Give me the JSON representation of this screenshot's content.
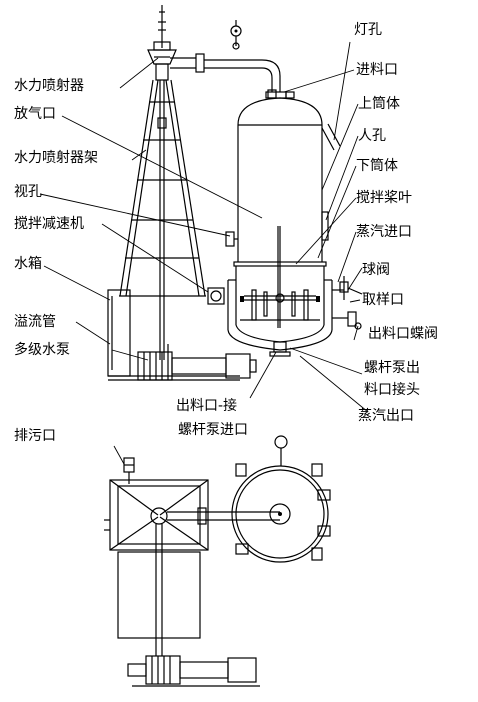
{
  "labels": {
    "water_ejector": "水力喷射器",
    "vent": "放气口",
    "ejector_frame": "水力喷射器架",
    "sight_hole": "视孔",
    "agitator_reducer": "搅拌减速机",
    "water_tank": "水箱",
    "overflow_pipe": "溢流管",
    "multistage_pump": "多级水泵",
    "lamp_hole": "灯孔",
    "feed_inlet": "进料口",
    "upper_cylinder": "上筒体",
    "manhole": "人孔",
    "lower_cylinder": "下筒体",
    "agitator_blade": "搅拌桨叶",
    "steam_inlet": "蒸汽进口",
    "ball_valve": "球阀",
    "sampling_port": "取样口",
    "discharge_butterfly_valve": "出料口蝶阀",
    "screw_pump_outlet_line1": "螺杆泵出",
    "screw_pump_outlet_line2": "料口接头",
    "steam_outlet": "蒸汽出口",
    "discharge_to_screw_line1": "出料口-接",
    "discharge_to_screw_line2": "螺杆泵进口",
    "sewage_outlet": "排污口"
  }
}
